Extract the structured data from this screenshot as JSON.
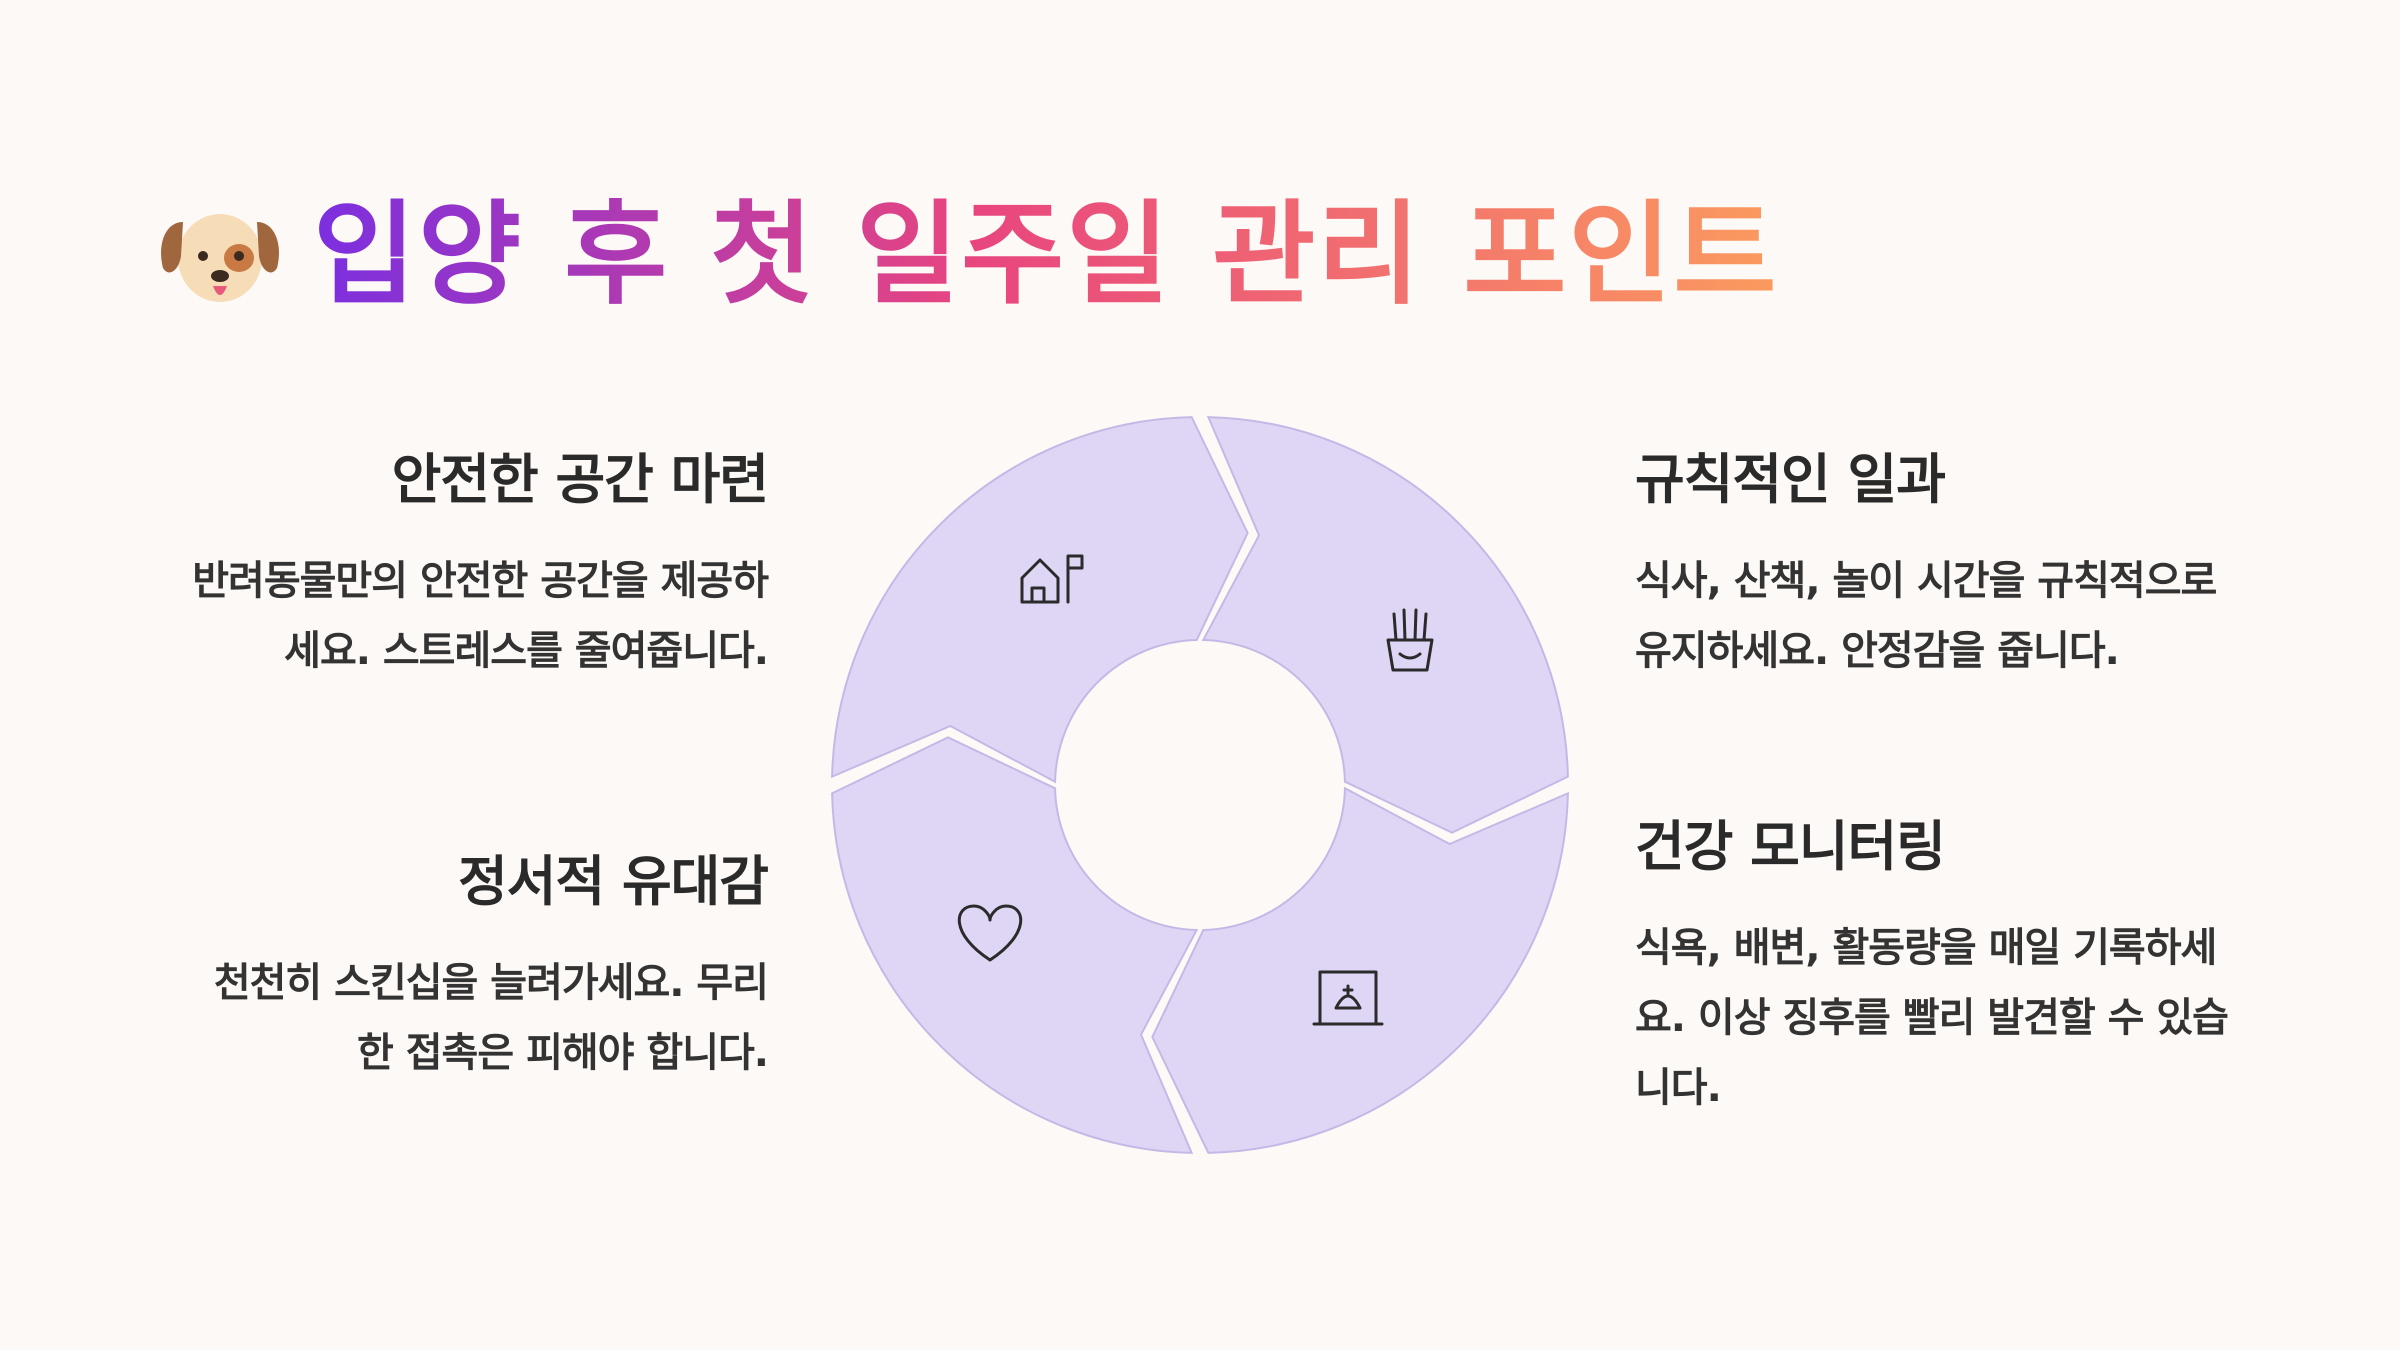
{
  "title": "입양 후 첫 일주일 관리 포인트",
  "icons": {
    "title": "dog-face-icon",
    "home": "house-flag-icon",
    "food": "fries-food-icon",
    "heart": "heart-icon",
    "monitor": "monitor-record-icon"
  },
  "colors": {
    "segment_fill": "#dfd6f5",
    "segment_stroke": "#c5b8e6",
    "gradient_start": "#7b2fe0",
    "gradient_mid": "#e8457f",
    "gradient_end": "#fb9a5f"
  },
  "blocks": [
    {
      "title": "안전한 공간 마련",
      "line1": "반려동물만의 안전한 공간을 제공하",
      "line2": "세요. 스트레스를 줄여줍니다."
    },
    {
      "title": "정서적 유대감",
      "line1": "천천히 스킨십을 늘려가세요. 무리",
      "line2": "한 접촉은 피해야 합니다."
    },
    {
      "title": "규칙적인 일과",
      "line1": "식사, 산책, 놀이 시간을 규칙적으로",
      "line2": "유지하세요. 안정감을 줍니다."
    },
    {
      "title": "건강 모니터링",
      "line1": "식욕, 배변, 활동량을 매일 기록하세",
      "line2": "요. 이상 징후를 빨리 발견할 수 있습",
      "line3": "니다."
    }
  ]
}
